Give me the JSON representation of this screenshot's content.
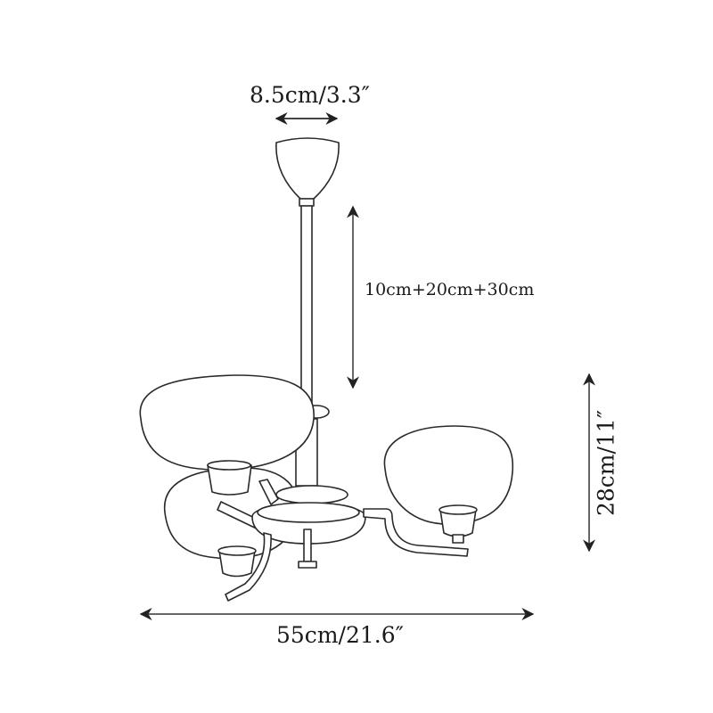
{
  "diagram": {
    "subject": "three-light pendant chandelier with oval globe shades",
    "dimensions": {
      "canopy_width": "8.5cm/3.3″",
      "rod_length": "10cm+20cm+30cm",
      "shade_height": "28cm/11″",
      "overall_width": "55cm/21.6″"
    },
    "colors": {
      "line": "#2a2a2a",
      "arrow": "#555555",
      "background": "#ffffff",
      "text": "#1a1a1a"
    }
  }
}
